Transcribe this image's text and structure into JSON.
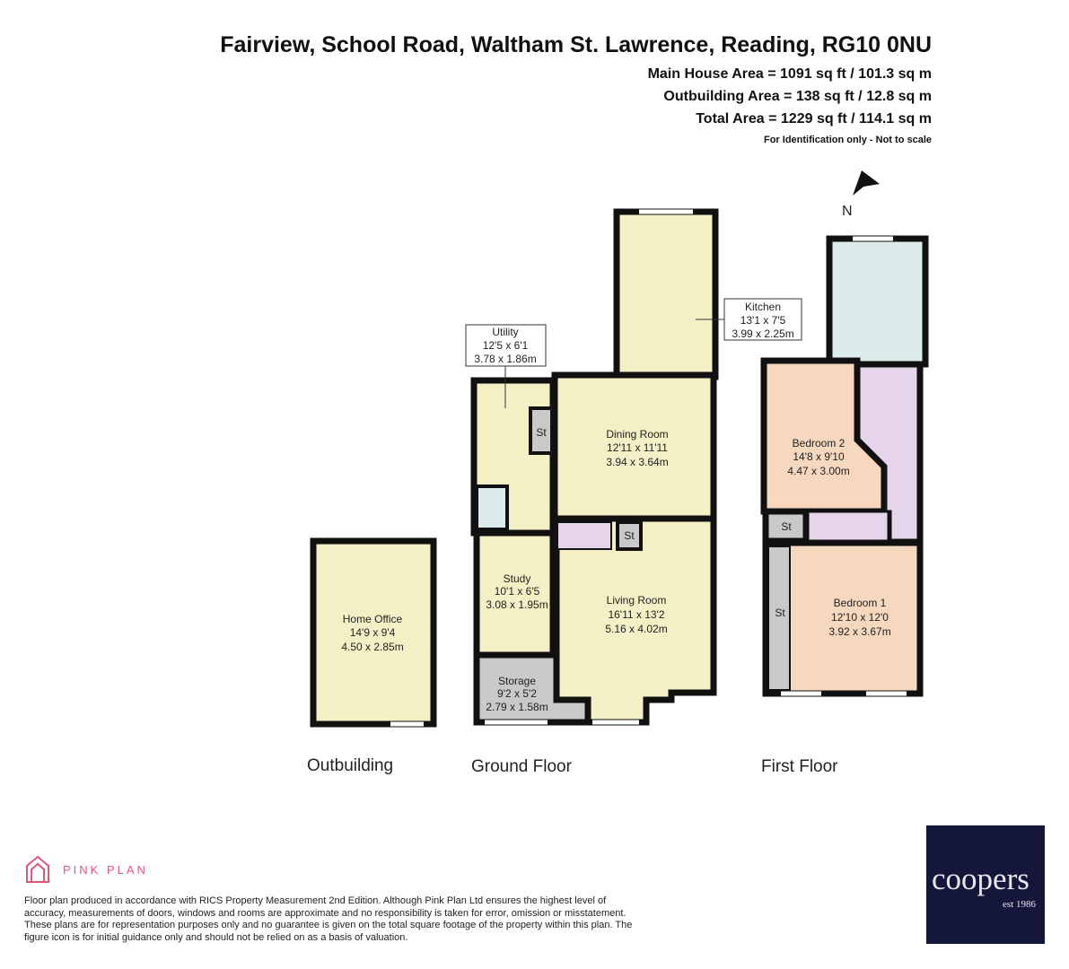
{
  "header": {
    "title": "Fairview, School Road, Waltham St. Lawrence, Reading, RG10 0NU",
    "main_area": "Main House Area = 1091 sq ft / 101.3 sq m",
    "outbuilding_area": "Outbuilding Area = 138 sq ft / 12.8 sq m",
    "total_area": "Total Area = 1229 sq ft / 114.1 sq m",
    "note": "For Identification only - Not to scale"
  },
  "compass": {
    "label": "N"
  },
  "floors": {
    "outbuilding": "Outbuilding",
    "ground": "Ground Floor",
    "first": "First Floor"
  },
  "rooms": {
    "home_office": {
      "name": "Home Office",
      "imperial": "14'9 x 9'4",
      "metric": "4.50 x 2.85m"
    },
    "kitchen": {
      "name": "Kitchen",
      "imperial": "13'1 x 7'5",
      "metric": "3.99 x 2.25m"
    },
    "utility": {
      "name": "Utility",
      "imperial": "12'5 x 6'1",
      "metric": "3.78 x 1.86m"
    },
    "dining": {
      "name": "Dining Room",
      "imperial": "12'11 x 11'11",
      "metric": "3.94 x 3.64m"
    },
    "study": {
      "name": "Study",
      "imperial": "10'1 x 6'5",
      "metric": "3.08 x 1.95m"
    },
    "living": {
      "name": "Living Room",
      "imperial": "16'11 x 13'2",
      "metric": "5.16 x 4.02m"
    },
    "storage": {
      "name": "Storage",
      "imperial": "9'2 x 5'2",
      "metric": "2.79 x 1.58m"
    },
    "bedroom2": {
      "name": "Bedroom 2",
      "imperial": "14'8 x 9'10",
      "metric": "4.47 x 3.00m"
    },
    "bedroom1": {
      "name": "Bedroom 1",
      "imperial": "12'10 x 12'0",
      "metric": "3.92 x 3.67m"
    },
    "st": "St"
  },
  "footer": {
    "brand": "PINK PLAN",
    "disclaimer": "Floor plan produced in accordance with RICS Property Measurement 2nd Edition. Although Pink Plan Ltd ensures the highest level of accuracy, measurements of doors, windows and rooms are approximate and no responsibility is taken for error, omission or misstatement. These plans are for representation purposes only and no guarantee is given on the total square footage of the property within this plan. The figure icon is for initial guidance only and should not be relied on as a basis of valuation.",
    "agent_logo": "coopers",
    "agent_est": "est 1986"
  },
  "colors": {
    "cream": "#f4f0c6",
    "bathroom": "#dcecec",
    "bedroom": "#f6d8bf",
    "landing": "#e6d5ea",
    "storage": "#c9c9c9",
    "pink": "#e2557a",
    "agent_bg": "#14163a"
  }
}
